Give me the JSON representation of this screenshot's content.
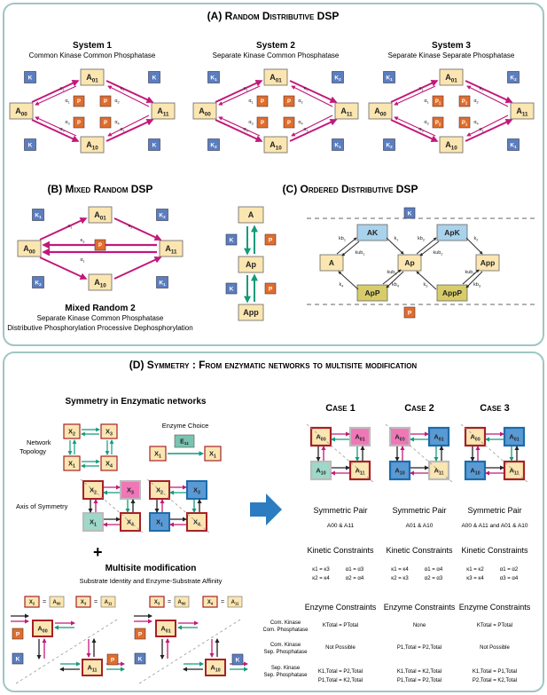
{
  "panel_a": {
    "title": "(A) Random Distributive DSP",
    "systems": [
      {
        "name": "System 1",
        "subtitle": "Common Kinase Common Phosphatase",
        "kinases": [
          "K",
          "K",
          "K",
          "K"
        ],
        "phosphatases": [
          "P",
          "P",
          "P",
          "P"
        ]
      },
      {
        "name": "System 2",
        "subtitle": "Separate Kinase Common Phosphatase",
        "kinases": [
          "K1",
          "K2",
          "K2",
          "K1"
        ],
        "phosphatases": [
          "P",
          "P",
          "P",
          "P"
        ]
      },
      {
        "name": "System 3",
        "subtitle": "Separate Kinase Separate Phosphatase",
        "kinases": [
          "K1",
          "K2",
          "K2",
          "K1"
        ],
        "phosphatases": [
          "P1",
          "P2",
          "P2",
          "P1"
        ]
      }
    ],
    "states": {
      "a01": "A01",
      "a00": "A00",
      "a11": "A11",
      "a10": "A10"
    },
    "rates": [
      "κ1",
      "κ2",
      "κ3",
      "κ4",
      "α1",
      "α2",
      "α3",
      "α4"
    ]
  },
  "panel_b": {
    "title": "(B) Mixed Random DSP",
    "name": "Mixed Random 2",
    "subtitle1": "Separate Kinase Common Phosphatase",
    "subtitle2": "Distributive Phosphorylation Processive Dephosphorylation",
    "kinases": [
      "K1",
      "K2",
      "K2",
      "K1"
    ],
    "phosphatase": "P",
    "rates": [
      "κ1",
      "κ2",
      "κ3",
      "κ4",
      "α1"
    ]
  },
  "panel_c": {
    "title": "(C) Ordered Distributive DSP",
    "left": {
      "a": "A",
      "ap": "Ap",
      "app": "App",
      "k": "K",
      "p": "P"
    },
    "right": {
      "k": "K",
      "p": "P",
      "nodes": {
        "ak": "AK",
        "apk": "ApK",
        "a": "A",
        "ap": "Ap",
        "app": "App",
        "app_p": "ApP",
        "appp": "AppP"
      },
      "rates": [
        "kb1",
        "k1",
        "kb2",
        "k2",
        "kub1",
        "kub2",
        "kub3",
        "kub4",
        "k4",
        "kb4",
        "k3",
        "kb3"
      ]
    }
  },
  "panel_d": {
    "title": "(D) Symmetry : From enzymatic networks to multisite modification",
    "left": {
      "heading": "Symmetry in Enzymatic networks",
      "network_topology": "Network Topology",
      "enzyme_choice": "Enzyme Choice",
      "axis_of_symmetry": "Axis of Symmetry",
      "x": [
        "X1",
        "X2",
        "X3",
        "X4"
      ],
      "e11": "E11",
      "plus": "+",
      "multisite_heading": "Multisite modification",
      "multisite_sub": "Substrate Identity and Enzyme-Substrate Affinity",
      "eq_left": [
        [
          "X2",
          "A00"
        ],
        [
          "X3",
          "A11"
        ]
      ],
      "eq_right": [
        [
          "X3",
          "A00"
        ],
        [
          "X4",
          "A11"
        ]
      ]
    },
    "cases": [
      {
        "label": "Case 1",
        "pair_heading": "Symmetric Pair",
        "pair": "A00 & A11",
        "kinetic_heading": "Kinetic Constraints",
        "constraints": [
          "κ1 = κ3",
          "κ2 = κ4",
          "α1 = α3",
          "α2 = α4"
        ]
      },
      {
        "label": "Case 2",
        "pair_heading": "Symmetric Pair",
        "pair": "A01 & A10",
        "kinetic_heading": "Kinetic Constraints",
        "constraints": [
          "κ1 = κ4",
          "κ2 = κ3",
          "α1 = α4",
          "α2 = α3"
        ]
      },
      {
        "label": "Case 3",
        "pair_heading": "Symmetric Pair",
        "pair": "A00 & A11   and   A01 & A10",
        "kinetic_heading": "Kinetic Constraints",
        "constraints": [
          "κ1 = κ2",
          "κ3 = κ4",
          "α1 = α2",
          "α3 = α4"
        ]
      }
    ],
    "enzyme_heading": "Enzyme Constraints",
    "enzyme_rows": [
      {
        "label1": "Com. Kinase",
        "label2": "Com. Phosphatase",
        "values": [
          [
            "KTotal = PTotal"
          ],
          [
            "None"
          ],
          [
            "KTotal = PTotal"
          ]
        ]
      },
      {
        "label1": "Com. Kinase",
        "label2": "Sep. Phosphatase",
        "values": [
          [
            "Not Possible"
          ],
          [
            "P1,Total = P2,Total"
          ],
          [
            "Not Possible"
          ]
        ]
      },
      {
        "label1": "Sep. Kinase",
        "label2": "Sep. Phosphatase",
        "values": [
          [
            "K1,Total = P2,Total",
            "P1,Total = K2,Total"
          ],
          [
            "K1,Total = K2,Total",
            "P1,Total = P2,Total"
          ],
          [
            "K1,Total = P1,Total",
            "P2,Total = K2,Total"
          ]
        ]
      }
    ],
    "case_nodes": [
      "A00",
      "A01",
      "A10",
      "A11"
    ]
  },
  "colors": {
    "panel_border": "#9fc6c3",
    "state_fill": "#fbe6b1",
    "kinase_fill": "#5b7ec0",
    "phosphatase_fill": "#e06d2c",
    "magenta_arrow": "#c2187a",
    "teal_arrow": "#129b7b",
    "dark_red_border": "#a62127",
    "blue_border": "#1c6cab",
    "pink_fill": "#ef77b8",
    "big_arrow": "#2b7cc0"
  }
}
